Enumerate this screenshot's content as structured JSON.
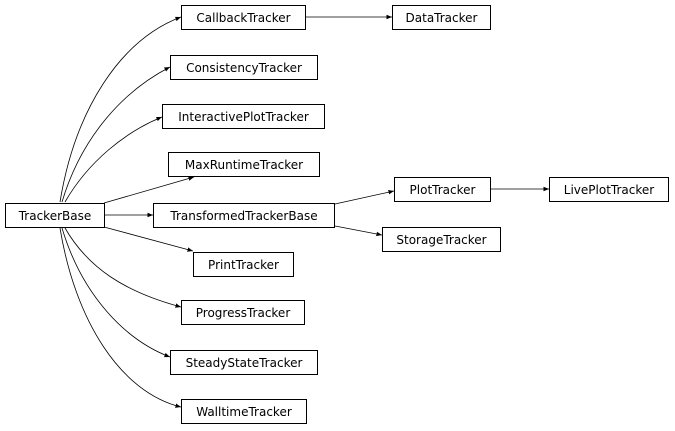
{
  "diagram": {
    "nodes": {
      "tracker_base": "TrackerBase",
      "callback_tracker": "CallbackTracker",
      "data_tracker": "DataTracker",
      "consistency_tracker": "ConsistencyTracker",
      "interactive_plot_tracker": "InteractivePlotTracker",
      "max_runtime_tracker": "MaxRuntimeTracker",
      "transformed_tracker_base": "TransformedTrackerBase",
      "plot_tracker": "PlotTracker",
      "live_plot_tracker": "LivePlotTracker",
      "storage_tracker": "StorageTracker",
      "print_tracker": "PrintTracker",
      "progress_tracker": "ProgressTracker",
      "steady_state_tracker": "SteadyStateTracker",
      "walltime_tracker": "WalltimeTracker"
    },
    "edges": [
      {
        "from": "tracker_base",
        "to": "callback_tracker"
      },
      {
        "from": "tracker_base",
        "to": "consistency_tracker"
      },
      {
        "from": "tracker_base",
        "to": "interactive_plot_tracker"
      },
      {
        "from": "tracker_base",
        "to": "max_runtime_tracker"
      },
      {
        "from": "tracker_base",
        "to": "transformed_tracker_base"
      },
      {
        "from": "tracker_base",
        "to": "print_tracker"
      },
      {
        "from": "tracker_base",
        "to": "progress_tracker"
      },
      {
        "from": "tracker_base",
        "to": "steady_state_tracker"
      },
      {
        "from": "tracker_base",
        "to": "walltime_tracker"
      },
      {
        "from": "callback_tracker",
        "to": "data_tracker"
      },
      {
        "from": "transformed_tracker_base",
        "to": "plot_tracker"
      },
      {
        "from": "transformed_tracker_base",
        "to": "storage_tracker"
      },
      {
        "from": "plot_tracker",
        "to": "live_plot_tracker"
      }
    ]
  }
}
